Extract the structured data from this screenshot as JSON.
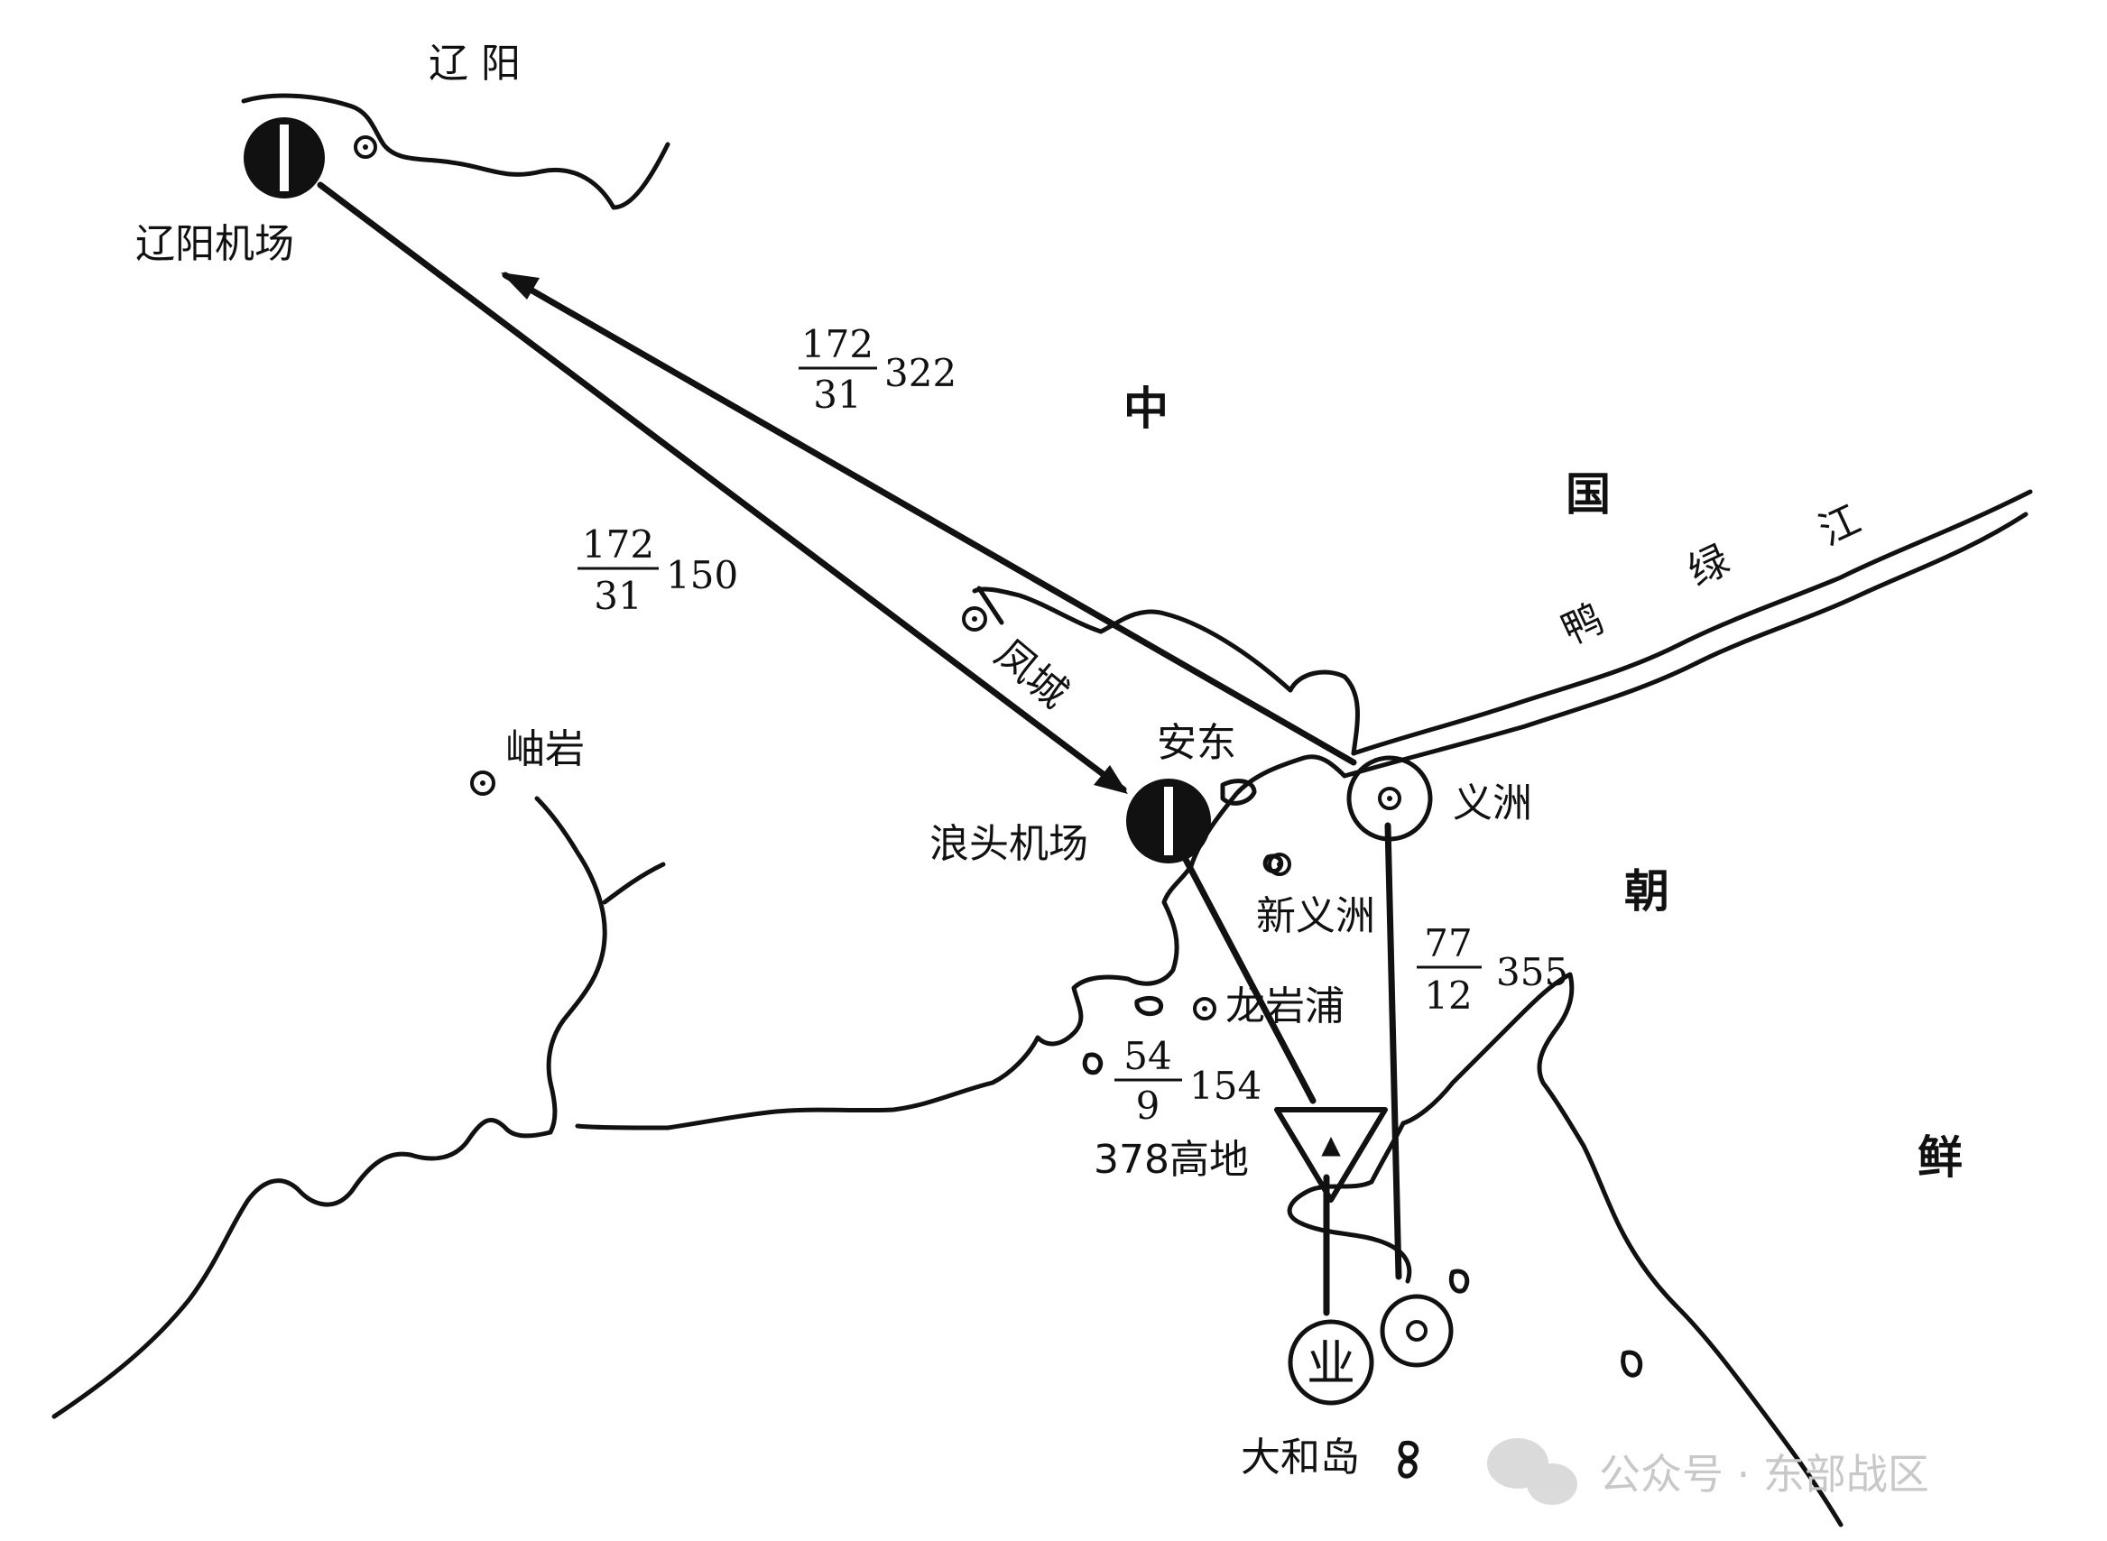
{
  "regions": {
    "liaoyang": "辽    阳",
    "china_1": "中",
    "china_2": "国",
    "korea_1": "朝",
    "korea_2": "鲜"
  },
  "river": {
    "ch1": "鸭",
    "ch2": "绿",
    "ch3": "江"
  },
  "places": {
    "liaoyang_airfield": "辽阳机场",
    "langtou_airfield": "浪头机场",
    "fengcheng": "凤城",
    "xiuyan": "岫岩",
    "andong": "安东",
    "yizhou": "义洲",
    "xinyizhou": "新义洲",
    "longyanpu": "龙岩浦",
    "height_378": "378高地",
    "dahedao": "大和岛"
  },
  "route_labels": {
    "r1": {
      "num": "172",
      "den": "31",
      "val": "322"
    },
    "r2": {
      "num": "172",
      "den": "31",
      "val": "150"
    },
    "r3": {
      "num": "77",
      "den": "12",
      "val": "355"
    },
    "r4": {
      "num": "54",
      "den": "9",
      "val": "154"
    }
  },
  "symbols": {
    "dahedao_target": "业",
    "hill_marker": "▲"
  },
  "watermark": "公众号 · 东部战区"
}
